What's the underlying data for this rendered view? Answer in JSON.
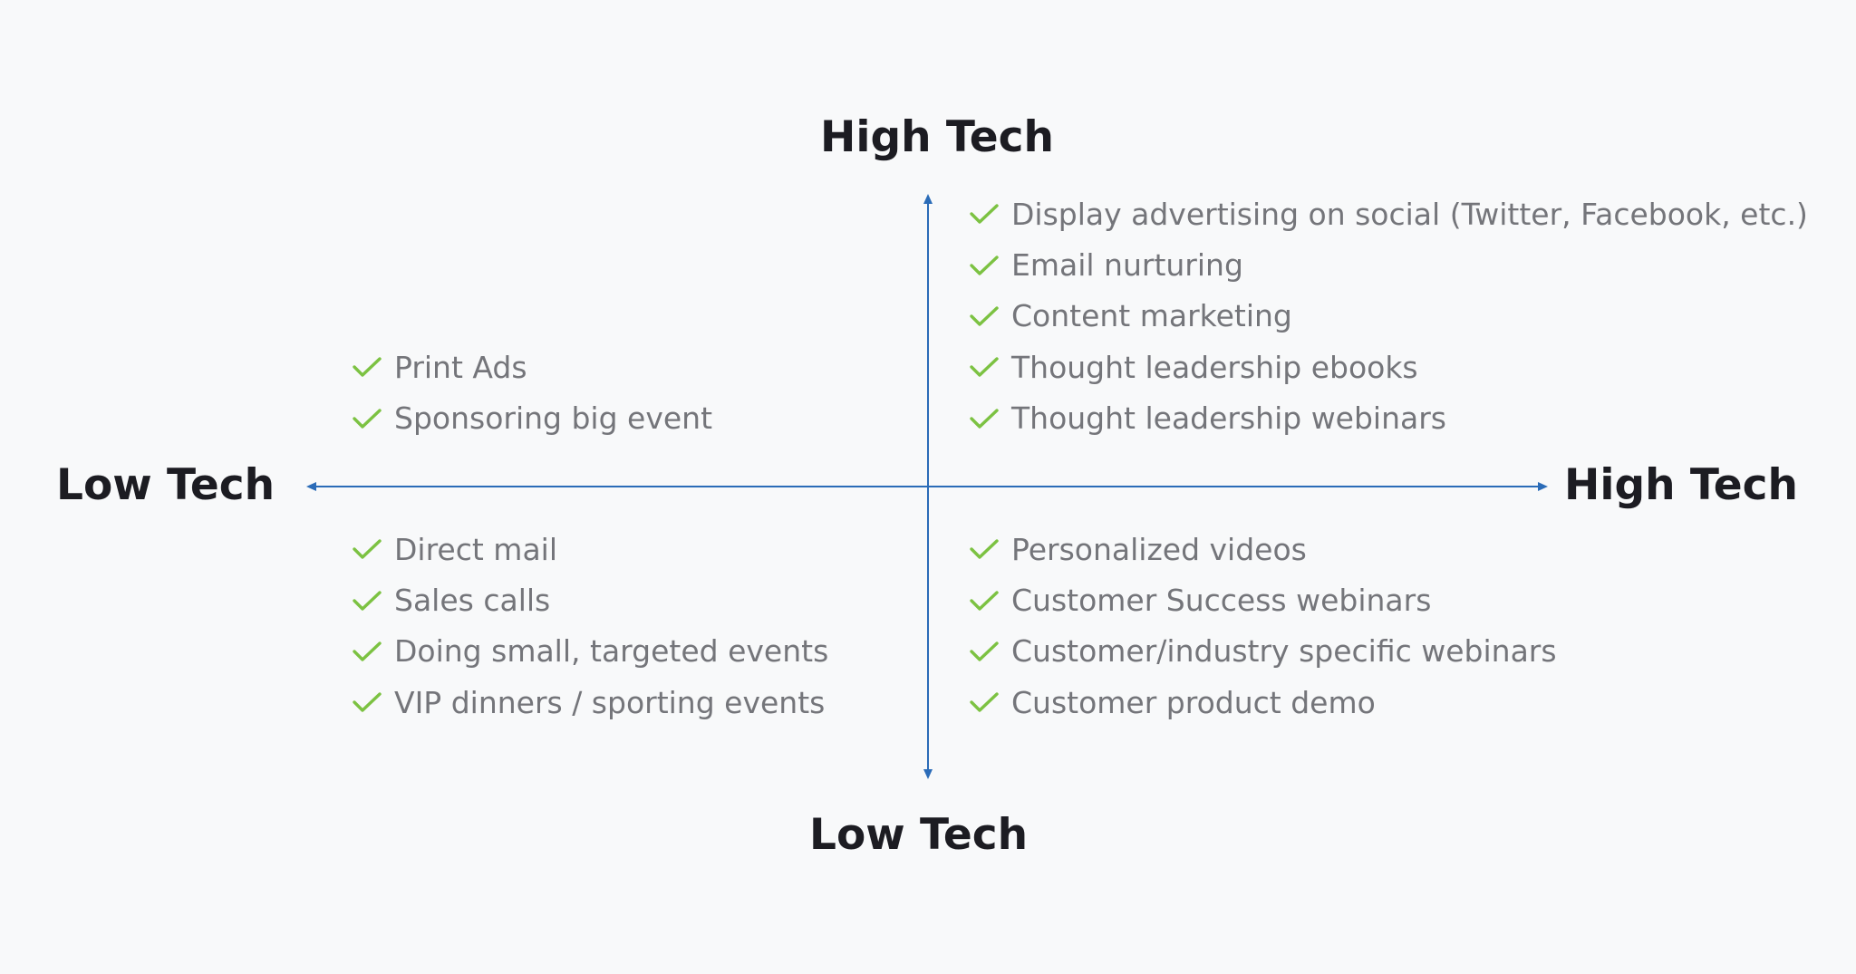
{
  "axes": {
    "top": "High Tech",
    "bottom": "Low Tech",
    "left": "Low Tech",
    "right": "High Tech",
    "line_color": "#2b6cb8"
  },
  "check_color": "#7cc242",
  "quadrants": {
    "top_right": [
      "Display advertising on social (Twitter, Facebook, etc.)",
      "Email nurturing",
      "Content marketing",
      "Thought leadership ebooks",
      "Thought leadership webinars"
    ],
    "top_left": [
      "Print Ads",
      "Sponsoring big event"
    ],
    "bottom_left": [
      "Direct mail",
      "Sales calls",
      "Doing small, targeted events",
      "VIP dinners / sporting events"
    ],
    "bottom_right": [
      "Personalized videos",
      "Customer Success webinars",
      "Customer/industry specific webinars",
      "Customer product demo"
    ]
  }
}
